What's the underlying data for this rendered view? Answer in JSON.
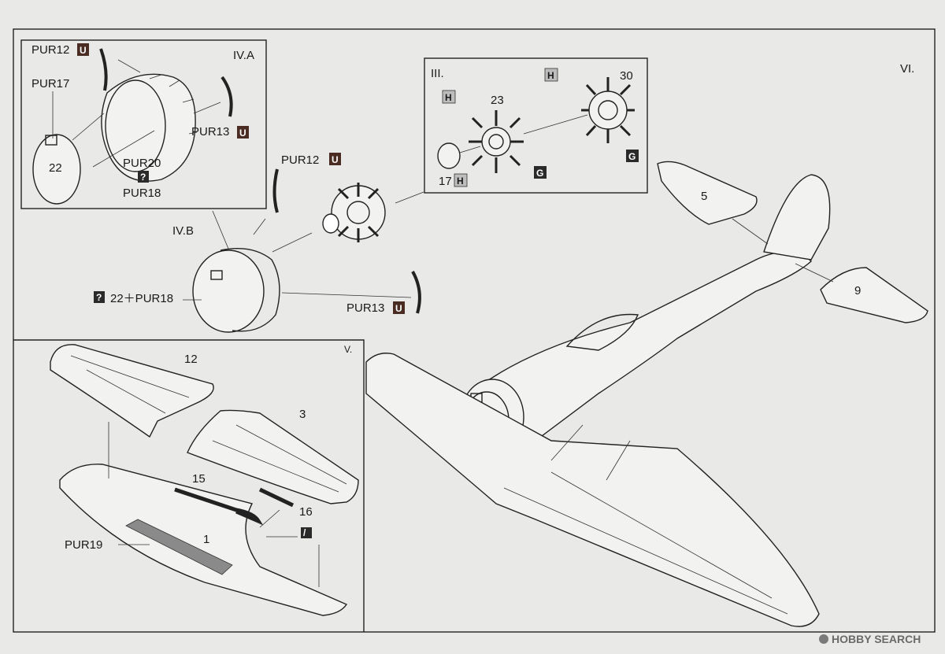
{
  "sections": {
    "s_iva": "IV.A",
    "s_iii": "III.",
    "s_vi": "VI.",
    "s_ivb": "IV.B",
    "s_v": "V."
  },
  "parts": {
    "pur12_a": "PUR12",
    "pur17": "PUR17",
    "pur13_a": "PUR13",
    "pur20": "PUR20",
    "pur18_a": "PUR18",
    "p22": "22",
    "p23": "23",
    "p30": "30",
    "p17": "17",
    "pur12_b": "PUR12",
    "pur13_b": "PUR13",
    "combo": "22＋PUR18",
    "p5": "5",
    "p9": "9",
    "p12": "12",
    "p3": "3",
    "p15": "15",
    "p16": "16",
    "p1": "1",
    "pur19": "PUR19"
  },
  "badges": {
    "u": "U",
    "h": "H",
    "g": "G",
    "q": "?"
  },
  "watermark": "HOBBY SEARCH",
  "colors": {
    "background": "#e9e9e7",
    "line": "#222222",
    "badge_dark": "#2a2a2a",
    "badge_brown": "#4a2c22",
    "badge_light": "#bdbdbd",
    "insert_gray": "#8a8a8a"
  }
}
